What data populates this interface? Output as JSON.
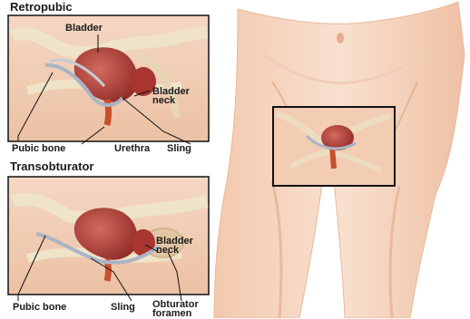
{
  "panels": [
    {
      "title": "Retropubic",
      "labels": {
        "bladder": "Bladder",
        "bladder_neck_1": "Bladder",
        "bladder_neck_2": "neck",
        "pubic_bone": "Pubic bone",
        "urethra": "Urethra",
        "sling": "Sling"
      }
    },
    {
      "title": "Transobturator",
      "labels": {
        "bladder_neck_1": "Bladder",
        "bladder_neck_2": "neck",
        "pubic_bone": "Pubic bone",
        "sling": "Sling",
        "obturator_1": "Obturator",
        "obturator_2": "foramen"
      }
    }
  ],
  "colors": {
    "skin": "#f6d9c6",
    "skin_shadow": "#e8b79b",
    "bone": "#efe3c8",
    "bladder": "#b8403a",
    "urethra": "#c8502e",
    "sling": "#aab4c4",
    "frame": "#111111"
  }
}
